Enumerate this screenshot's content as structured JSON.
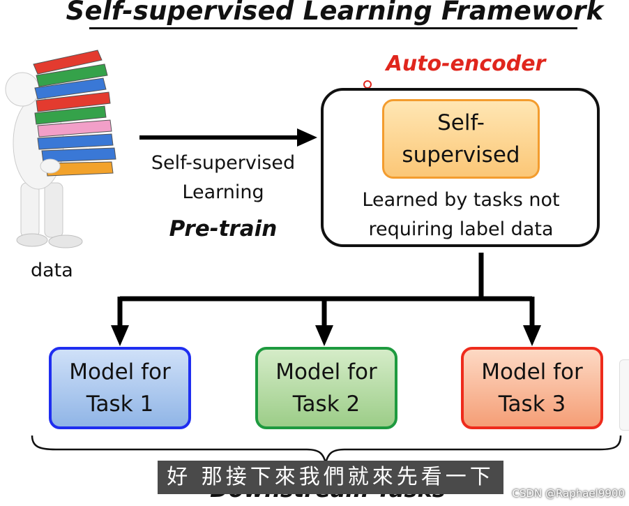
{
  "title": "Self-supervised Learning Framework",
  "auto_encoder_label": "Auto-encoder",
  "self_supervised_box": "Self-\nsupervised",
  "learned_note": "Learned by tasks not\nrequiring label data",
  "arrow_label": {
    "line1": "Self-supervised",
    "line2": "Learning",
    "pretrain": "Pre-train"
  },
  "data_label": "data",
  "tasks": [
    "Model for\nTask 1",
    "Model for\nTask 2",
    "Model for\nTask 3"
  ],
  "downstream_label": "Downstream Tasks",
  "subtitle": "好 那接下來我們就來先看一下",
  "watermark": "CSDN @Raphael9900",
  "colors": {
    "auto_encoder_text": "#e0261d",
    "self_supervised_border": "#f39c2e",
    "task1_border": "#1f2ef0",
    "task2_border": "#1e9a3f",
    "task3_border": "#ee2b1c"
  },
  "icons": [
    "person-carrying-binders-icon"
  ]
}
